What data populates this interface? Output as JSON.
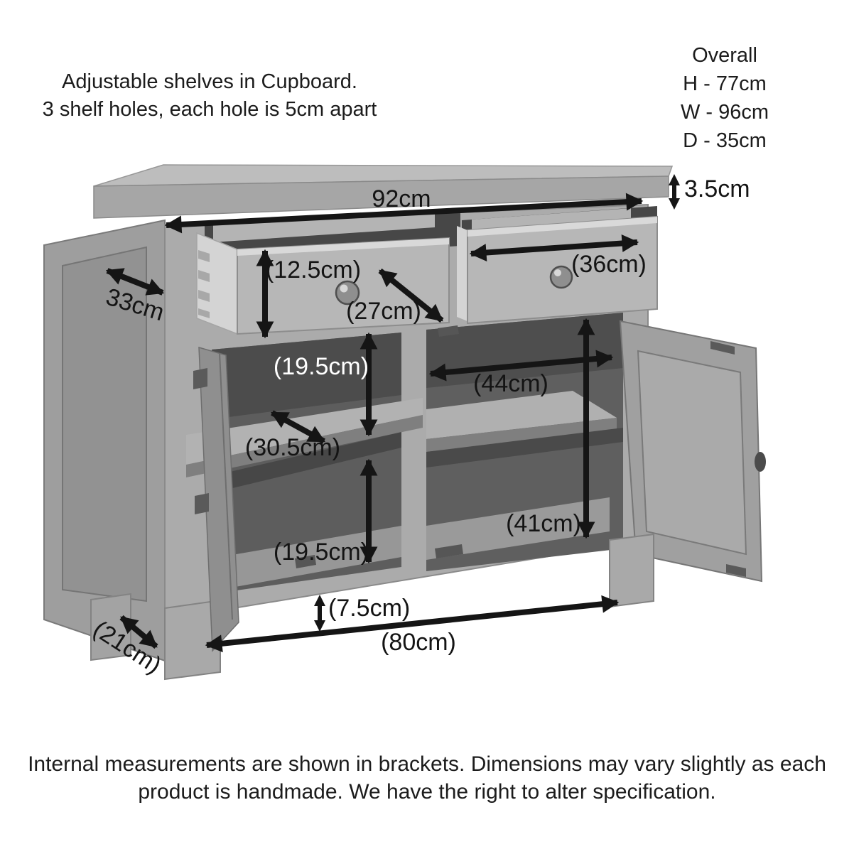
{
  "note": {
    "line1": "Adjustable shelves in Cupboard.",
    "line2": "3 shelf holes, each hole is 5cm apart"
  },
  "overall": {
    "title": "Overall",
    "height": "H - 77cm",
    "width": "W - 96cm",
    "depth": "D - 35cm"
  },
  "dimensions": {
    "top_width": "92cm",
    "top_thickness": "3.5cm",
    "side_depth": "33cm",
    "drawer_internal_height": "(12.5cm)",
    "drawer_internal_depth": "(27cm)",
    "drawer_internal_width": "(36cm)",
    "shelf_space_upper": "(19.5cm)",
    "cupboard_internal_width": "(44cm)",
    "shelf_internal_depth": "(30.5cm)",
    "cupboard_internal_height": "(41cm)",
    "shelf_space_lower": "(19.5cm)",
    "plinth_height": "(7.5cm)",
    "base_internal_width": "(80cm)",
    "leg_internal_depth": "(21cm)"
  },
  "footer": {
    "line1": "Internal measurements are shown in brackets. Dimensions may vary slightly as each",
    "line2": "product is handmade. We have the right to alter specification."
  }
}
